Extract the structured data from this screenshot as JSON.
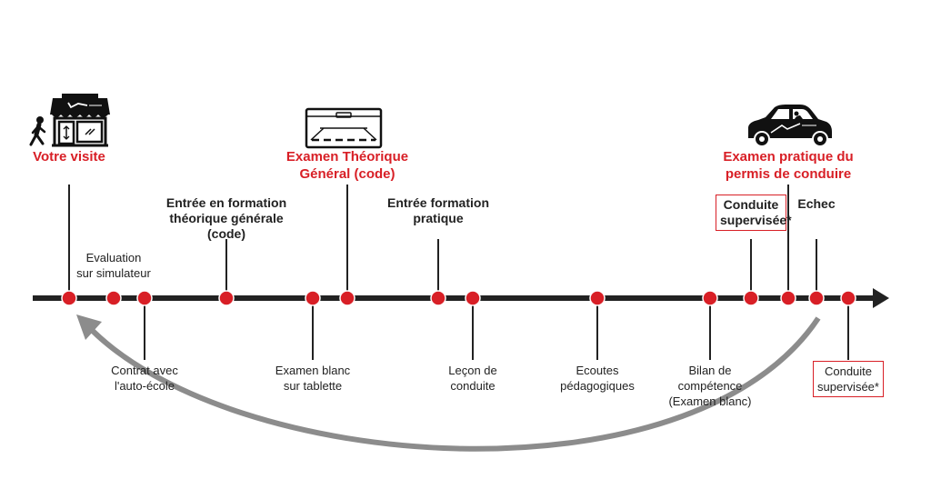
{
  "milestones": {
    "visit": "Votre visite",
    "code_exam": [
      "Examen Théorique",
      "Général (code)"
    ],
    "driving_exam": [
      "Examen pratique du",
      "permis de conduire"
    ]
  },
  "steps_above": {
    "simulator": [
      "Evaluation",
      "sur simulateur"
    ],
    "theory_training": [
      "Entrée en formation",
      "théorique générale",
      "(code)"
    ],
    "practical_training": [
      "Entrée formation",
      "pratique"
    ],
    "supervised_1": [
      "Conduite",
      "supervisée*"
    ],
    "failure": "Echec"
  },
  "steps_below": {
    "contract": [
      "Contrat avec",
      "l'auto-école"
    ],
    "tablet_exam": [
      "Examen blanc",
      "sur tablette"
    ],
    "lesson": [
      "Leçon de",
      "conduite"
    ],
    "listening": [
      "Ecoutes",
      "pédagogiques"
    ],
    "assessment": [
      "Bilan de",
      "compétence",
      "(Examen blanc)"
    ],
    "supervised_2": [
      "Conduite",
      "supervisée*"
    ]
  },
  "colors": {
    "accent": "#d81f26",
    "timeline": "#222222",
    "return_arrow": "#8c8c8c",
    "text": "#222222"
  },
  "icons": [
    "walking-person-icon",
    "driving-school-shop-icon",
    "code-exam-screen-icon",
    "car-icon"
  ]
}
